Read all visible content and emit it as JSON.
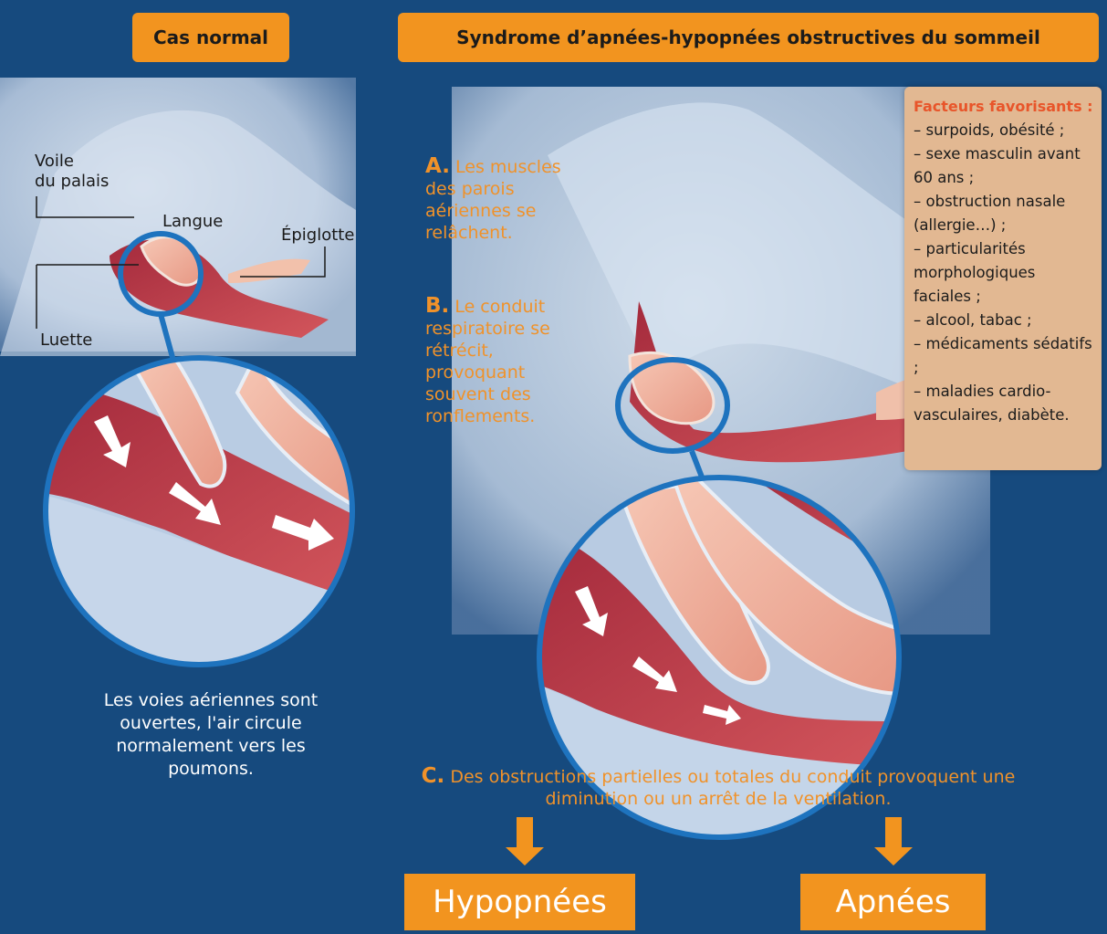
{
  "left_panel": {
    "header": "Cas normal",
    "labels": {
      "voile": "Voile\ndu palais",
      "langue": "Langue",
      "epiglotte": "Épiglotte",
      "luette": "Luette"
    },
    "caption": "Les voies aériennes sont ouvertes, l'air circule normalement vers les poumons."
  },
  "right_panel": {
    "header": "Syndrome d’apnées-hypopnées obstructives du sommeil",
    "step_a": {
      "letter": "A.",
      "text": "Les muscles des parois aériennes se relâchent."
    },
    "step_b": {
      "letter": "B.",
      "text": "Le conduit respiratoire se rétrécit, provoquant souvent des ronflements."
    },
    "step_c": {
      "letter": "C.",
      "text": "Des obstructions partielles ou totales du conduit provoquent une diminution ou un arrêt de la ventilation."
    },
    "factors": {
      "title": "Facteurs favorisants :",
      "items": [
        "– surpoids, obésité ;",
        "– sexe masculin avant 60 ans ;",
        "– obstruction nasale (allergie…) ;",
        "– particularités morphologiques faciales ;",
        "– alcool, tabac ;",
        "– médicaments sédatifs ;",
        "– maladies cardio-vasculaires, diabète."
      ]
    },
    "outcomes": {
      "left": "Hypopnées",
      "right": "Apnées"
    }
  },
  "colors": {
    "background": "#164a7e",
    "accent": "#f2941f",
    "tissue": "#c9404e",
    "circle": "#1e73be"
  }
}
